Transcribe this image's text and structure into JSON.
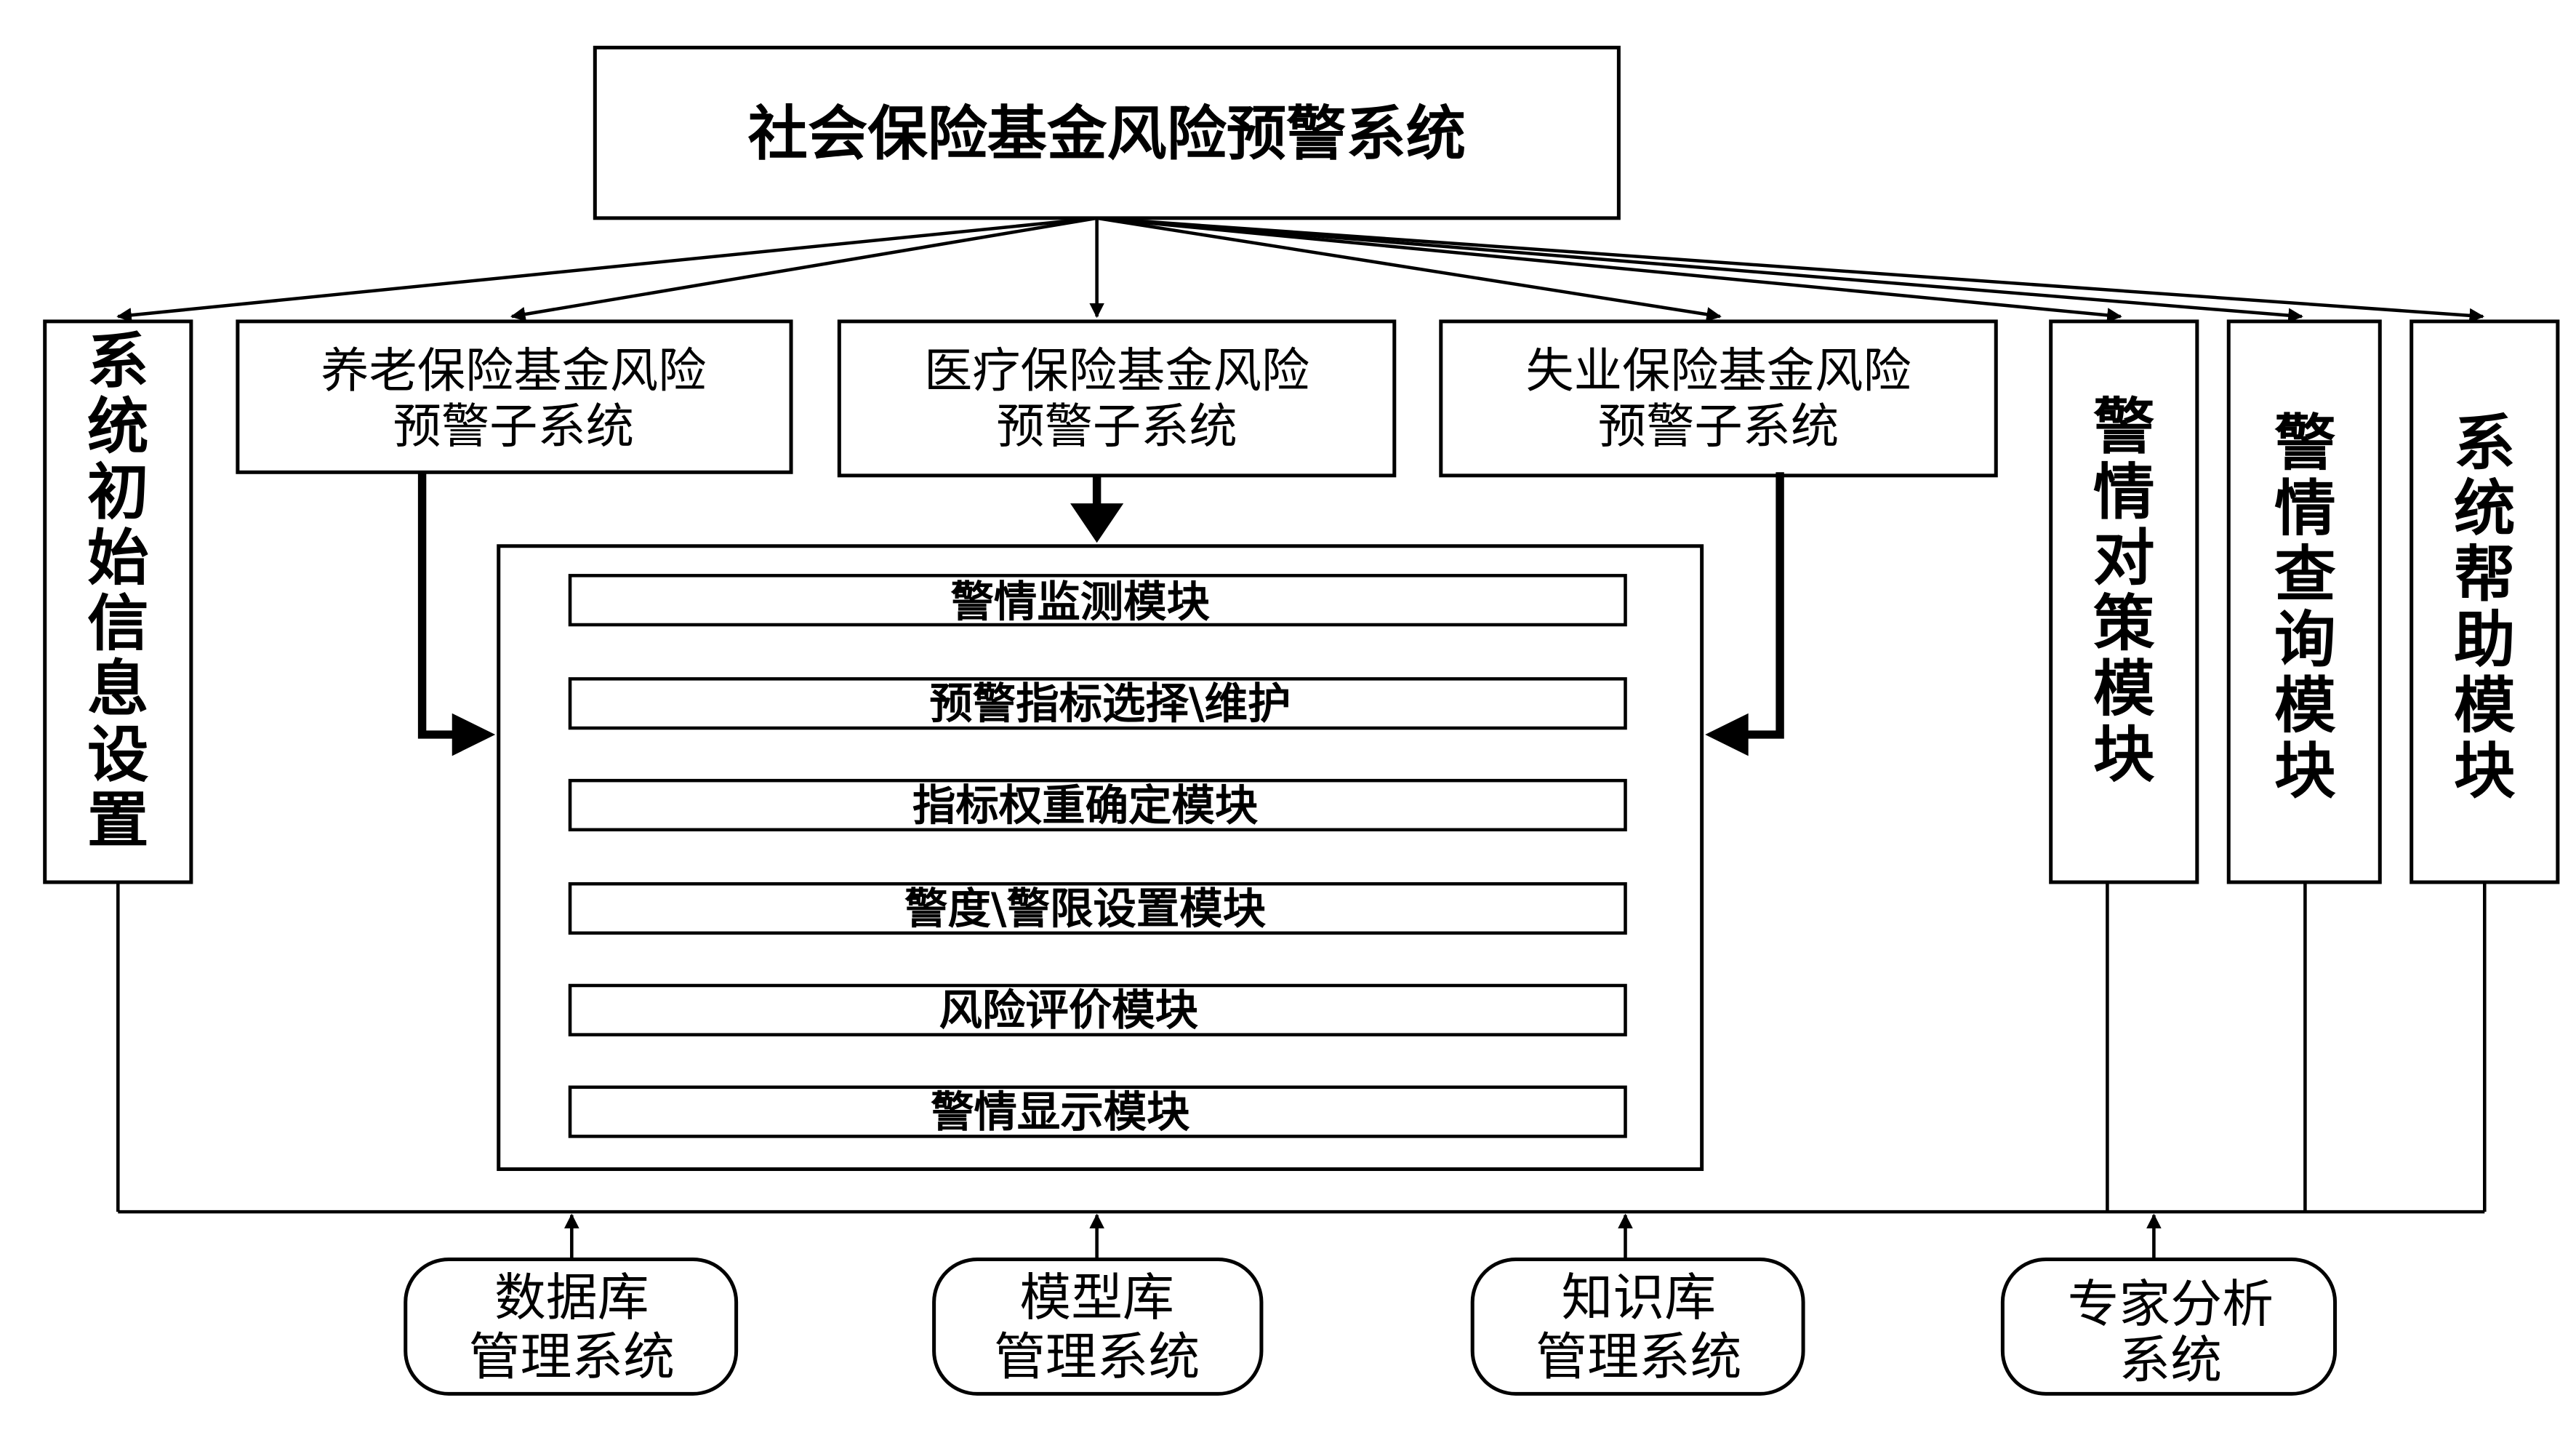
{
  "title": "社会保险基金风险预警系统",
  "subsystems": [
    {
      "line1": "养老保险基金风险",
      "line2": "预警子系统"
    },
    {
      "line1": "医疗保险基金风险",
      "line2": "预警子系统"
    },
    {
      "line1": "失业保险基金风险",
      "line2": "预警子系统"
    }
  ],
  "left_module": {
    "chars": [
      "系",
      "统",
      "初",
      "始",
      "信",
      "息",
      "设",
      "置"
    ]
  },
  "right_modules": [
    {
      "chars": [
        "警",
        "情",
        "对",
        "策",
        "模",
        "块"
      ]
    },
    {
      "chars": [
        "警",
        "情",
        "查",
        "询",
        "模",
        "块"
      ]
    },
    {
      "chars": [
        "系",
        "统",
        "帮",
        "助",
        "模",
        "块"
      ]
    }
  ],
  "core_modules": [
    "警情监测模块",
    "预警指标选择\\维护",
    "指标权重确定模块",
    "警度\\警限设置模块",
    "风险评价模块",
    "警情显示模块"
  ],
  "bottom_systems": [
    {
      "line1": "数据库",
      "line2": "管理系统"
    },
    {
      "line1": "模型库",
      "line2": "管理系统"
    },
    {
      "line1": "知识库",
      "line2": "管理系统"
    },
    {
      "line1": "专家分析",
      "line2": "系统"
    }
  ]
}
